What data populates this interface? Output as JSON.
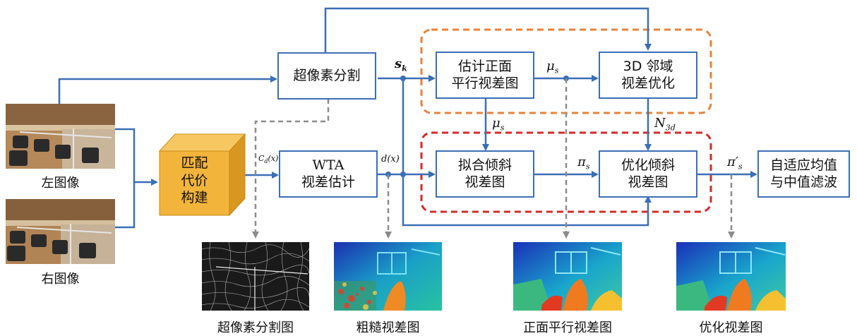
{
  "boxes": {
    "superpixel": "超像素分割",
    "estimate_line1": "估计正面",
    "estimate_line2": "平行视差图",
    "neighborhood_line1": "3D 邻域",
    "neighborhood_line2": "视差优化",
    "wta_line1": "WTA",
    "wta_line2": "视差估计",
    "fit_line1": "拟合倾斜",
    "fit_line2": "视差图",
    "optimize_line1": "优化倾斜",
    "optimize_line2": "视差图",
    "filter_line1": "自适应均值",
    "filter_line2": "与中值滤波"
  },
  "cube": {
    "line1": "匹配",
    "line2": "代价",
    "line3": "构建"
  },
  "labels": {
    "s_k": "s",
    "s_k_sub": "k",
    "mu_s_top": "μ",
    "mu_s_top_sub": "s",
    "mu_s_mid": "μ",
    "mu_s_mid_sub": "s",
    "n_3d": "N",
    "n_3d_sub": "3d",
    "c_d": "C",
    "c_d_rest": "(x)",
    "c_d_sub": "d",
    "d_x": "d(x)",
    "pi_s": "π",
    "pi_s_sub": "s",
    "pi_s_prime": "π′",
    "pi_s_prime_sub": "s"
  },
  "images": {
    "left": "左图像",
    "right": "右图像",
    "superpixel_map": "超像素分割图",
    "rough_disparity": "粗糙视差图",
    "fronto_parallel": "正面平行视差图",
    "optimized": "优化视差图"
  },
  "colors": {
    "arrow": "#3b6fb6",
    "dashed_gray": "#8c8c8c",
    "orange_region": "#e8823a",
    "red_region": "#d42a2a",
    "cube_face": "#f2b43a"
  }
}
